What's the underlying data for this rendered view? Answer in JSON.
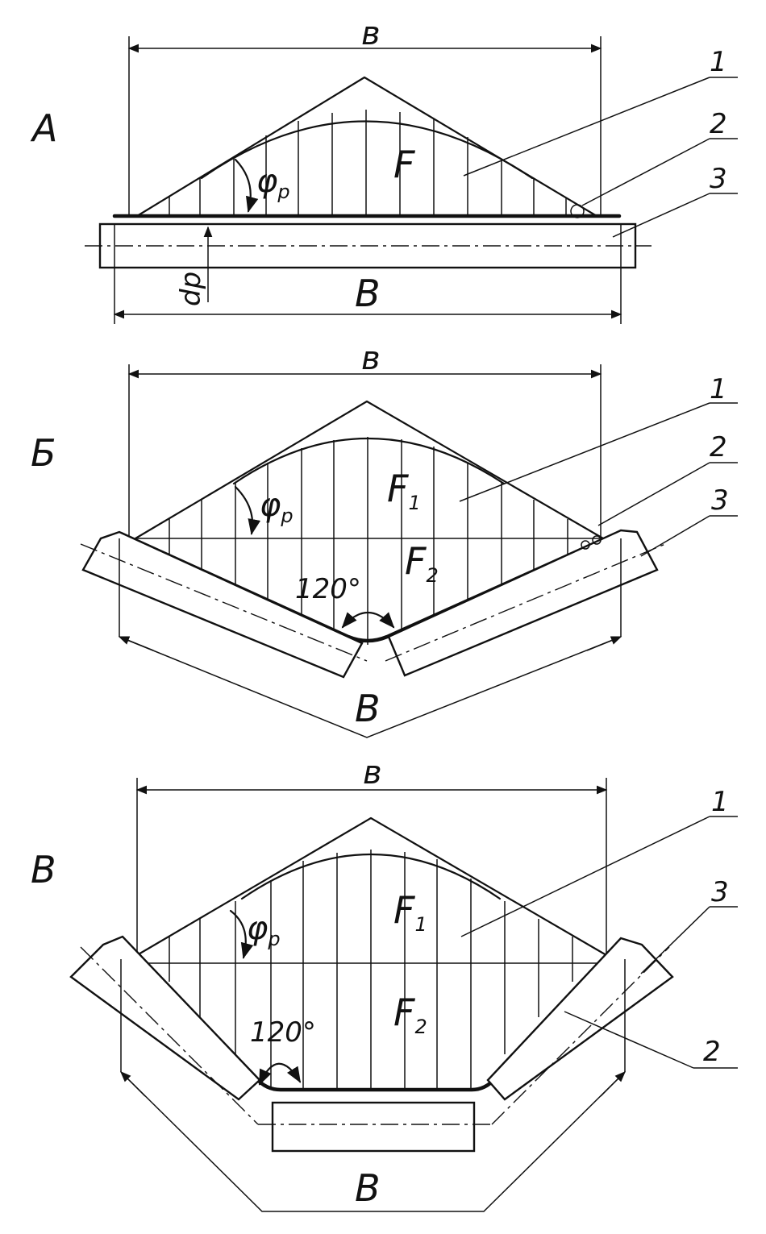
{
  "labels": {
    "panel_a": "A",
    "panel_b": "Б",
    "panel_c": "В",
    "width_small": "в",
    "width_big": "В",
    "phi": "φ",
    "phi_sub": "p",
    "dp": "dp",
    "area_f": "F",
    "area_f1": "F",
    "area_f1_sub": "1",
    "area_f2": "F",
    "area_f2_sub": "2",
    "angle_120": "120°",
    "leader_1": "1",
    "leader_2": "2",
    "leader_3": "3"
  }
}
